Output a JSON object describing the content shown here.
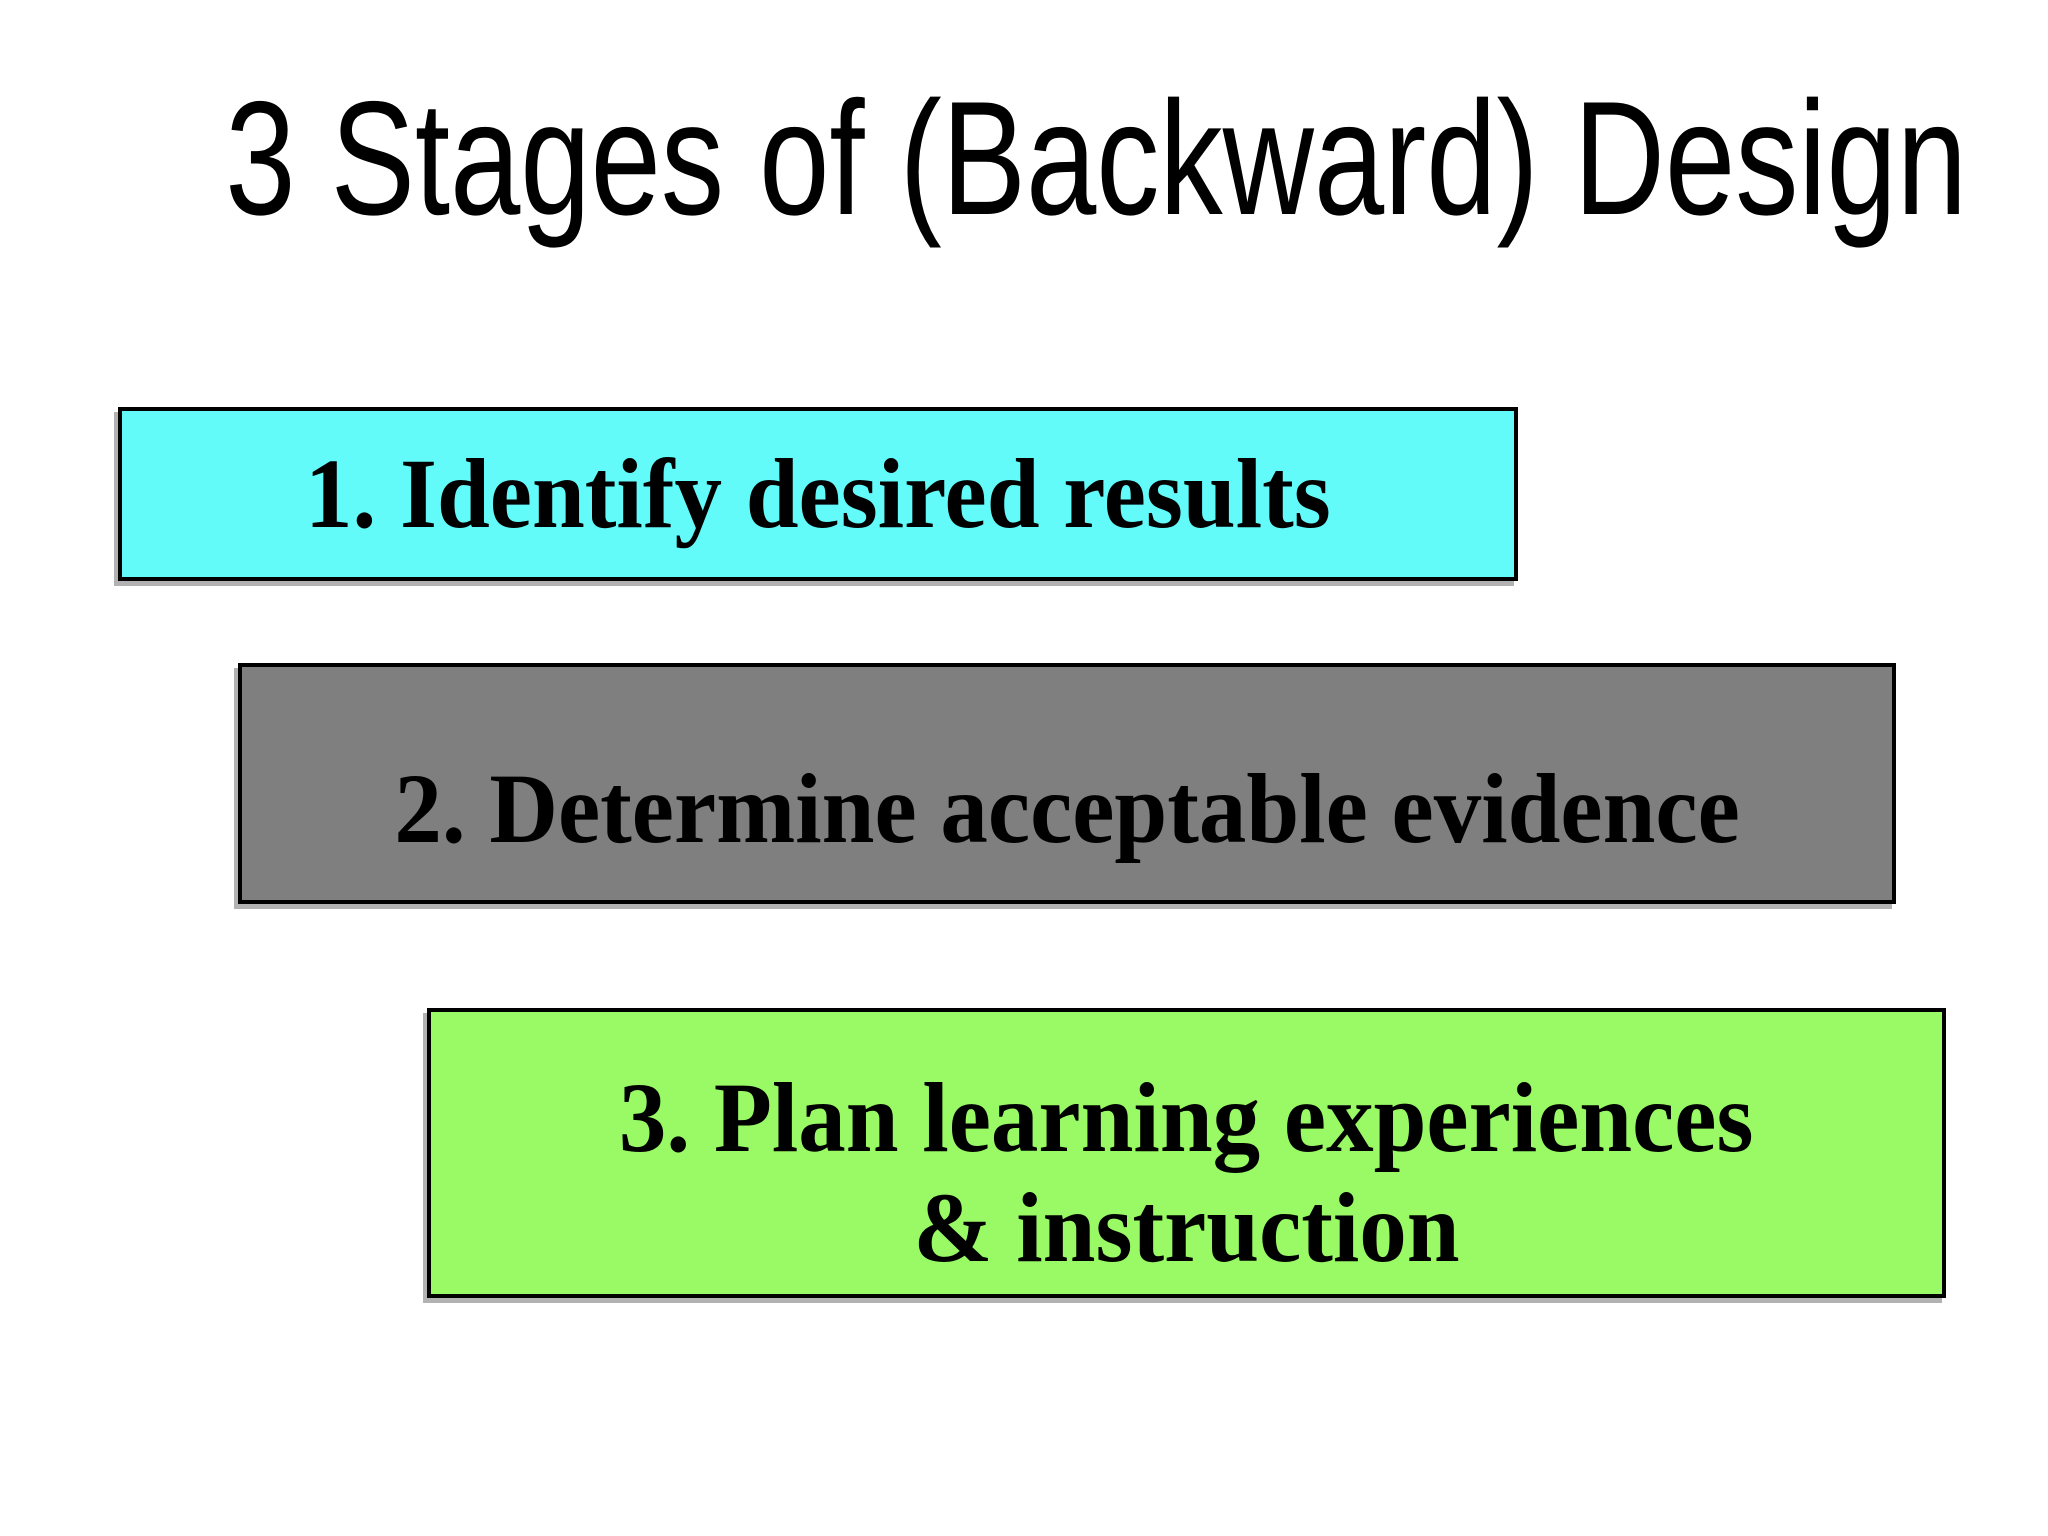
{
  "slide": {
    "title": "3 Stages of (Backward) Design",
    "background_color": "#FFFFFF",
    "title_color": "#000000",
    "text_color": "#000000",
    "border_color": "#000000",
    "stages": [
      {
        "number": 1,
        "lines": [
          "1. Identify desired results"
        ],
        "fill": "#63FAFA"
      },
      {
        "number": 2,
        "lines": [
          "2. Determine acceptable evidence"
        ],
        "fill": "#7F7F7F"
      },
      {
        "number": 3,
        "lines": [
          "3. Plan learning experiences",
          "& instruction"
        ],
        "fill": "#99FA66"
      }
    ]
  }
}
